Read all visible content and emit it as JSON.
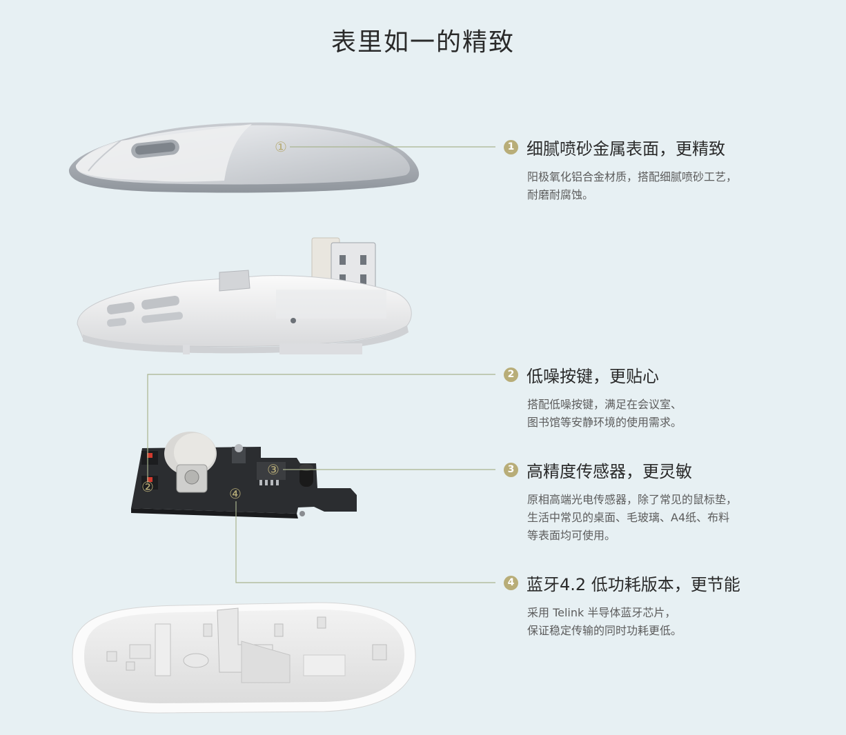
{
  "title": "表里如一的精致",
  "features": [
    {
      "number": "1",
      "marker": "①",
      "heading": "细腻喷砂金属表面，更精致",
      "desc": [
        "阳极氧化铝合金材质，搭配细腻喷砂工艺，",
        "耐磨耐腐蚀。"
      ]
    },
    {
      "number": "2",
      "marker": "②",
      "heading": "低噪按键，更贴心",
      "desc": [
        "搭配低噪按键，满足在会议室、",
        "图书馆等安静环境的使用需求。"
      ]
    },
    {
      "number": "3",
      "marker": "③",
      "heading": "高精度传感器，更灵敏",
      "desc": [
        "原相高端光电传感器，除了常见的鼠标垫，",
        "生活中常见的桌面、毛玻璃、A4纸、布料",
        "等表面均可使用。"
      ]
    },
    {
      "number": "4",
      "marker": "④",
      "heading": "蓝牙4.2 低功耗版本，更节能",
      "desc": [
        "采用 Telink 半导体蓝牙芯片，",
        "保证稳定传输的同时功耗更低。"
      ]
    }
  ],
  "colors": {
    "background": "#e7f0f3",
    "accent": "#b8ad78",
    "leader_line": "#a9b48f",
    "heading": "#2a2a2a",
    "body_text": "#5c5c5c"
  },
  "illustration_parts": [
    "mouse-top-shell",
    "usb-receiver",
    "inner-frame",
    "circuit-board",
    "scroll-wheel",
    "bottom-shell"
  ]
}
